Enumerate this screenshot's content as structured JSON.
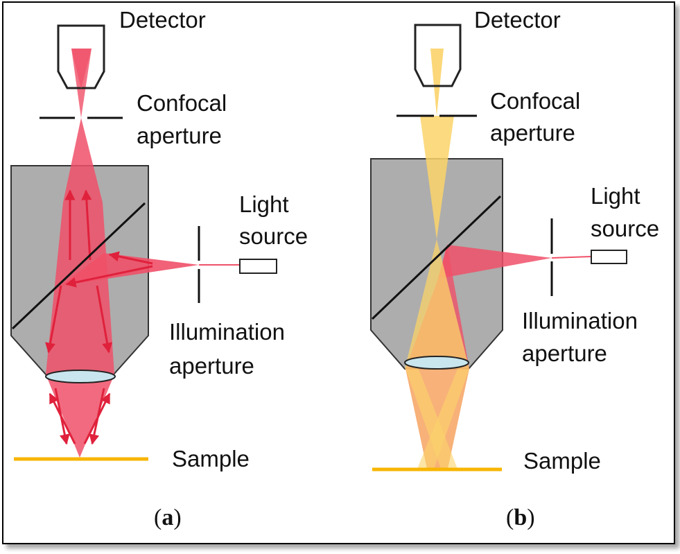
{
  "colors": {
    "objective_fill": "#adadad",
    "lens_fill": "#c9e6ee",
    "red_beam": "#f05068",
    "red_arrow": "#e0213c",
    "yellow_beam": "#fbd36a",
    "orange_overlap": "#f6a96a",
    "sample_line": "#f7b500"
  },
  "panels": [
    {
      "id": "a",
      "labels": {
        "detector": "Detector",
        "confocal_aperture_1": "Confocal",
        "confocal_aperture_2": "aperture",
        "light_source_1": "Light",
        "light_source_2": "source",
        "illumination_aperture_1": "Illumination",
        "illumination_aperture_2": "aperture",
        "sample": "Sample"
      },
      "caption_open": "(",
      "caption_letter": "a",
      "caption_close": ")"
    },
    {
      "id": "b",
      "labels": {
        "detector": "Detector",
        "confocal_aperture_1": "Confocal",
        "confocal_aperture_2": "aperture",
        "light_source_1": "Light",
        "light_source_2": "source",
        "illumination_aperture_1": "Illumination",
        "illumination_aperture_2": "aperture",
        "sample": "Sample"
      },
      "caption_open": "(",
      "caption_letter": "b",
      "caption_close": ")"
    }
  ]
}
